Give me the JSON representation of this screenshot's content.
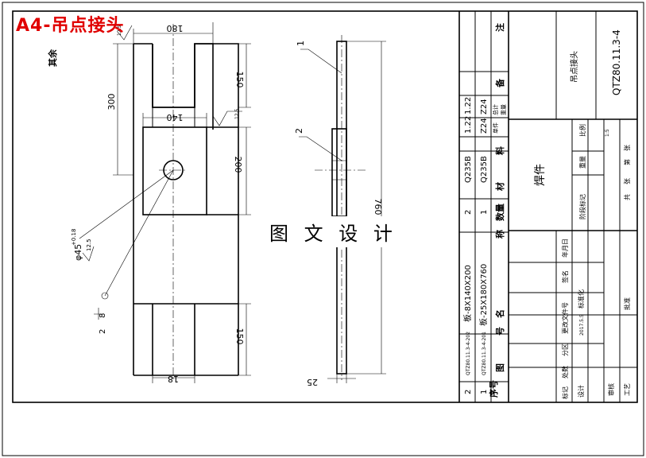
{
  "overlay_title": "A4-吊点接头",
  "watermark": "图 文 设 计",
  "dimensions": {
    "d180": "180",
    "d140": "140",
    "d300": "300",
    "d150_top": "150",
    "d200": "200",
    "d150_bottom": "150",
    "d18": "18",
    "d760": "760",
    "d25": "25"
  },
  "annotations": {
    "other": "其余",
    "hole_diameter": "φ45",
    "hole_tol": "+0.18",
    "hole_ra": "12.5",
    "weld_2": "2",
    "weld_8": "8",
    "leader_1": "1",
    "leader_2": "2"
  },
  "parts_table": {
    "rows": [
      {
        "no": "2",
        "code": "QTZ80.11.3-4-202",
        "name": "板-8X140X200",
        "qty": "2",
        "material": "Q235B",
        "unit_w": "1.22",
        "total_w": "1.22",
        "note": ""
      },
      {
        "no": "1",
        "code": "QTZ80.11.3-4-201",
        "name": "板-25X180X760",
        "qty": "1",
        "material": "Q235B",
        "unit_w": "Z24",
        "total_w": "Z24",
        "note": ""
      }
    ],
    "header": {
      "no": "序号",
      "code": "图",
      "code2": "号",
      "name": "名",
      "name2": "称",
      "qty": "数量",
      "material": "材",
      "material2": "料",
      "weight_single": "单件",
      "weight_total": "总计",
      "weight": "重量",
      "note": "备",
      "note2": "注"
    }
  },
  "title_block": {
    "part_type": "焊件",
    "part_name": "吊点接头",
    "drawing_no": "QTZ80.11.3-4",
    "stage_mark": "阶段标记",
    "weight": "重量",
    "scale": "比例",
    "scale_value": "1:5",
    "sheets_total": "共",
    "sheet_unit": "张",
    "sheet_no": "第",
    "sheet_unit2": "张",
    "mark": "标记",
    "count": "处数",
    "zone": "分区",
    "change_doc": "更改文件号",
    "sign": "签名",
    "date": "年月日",
    "design": "设计",
    "design_date": "2017.5.5",
    "standard": "标准化",
    "review": "审核",
    "process": "工艺",
    "approve": "批准"
  }
}
